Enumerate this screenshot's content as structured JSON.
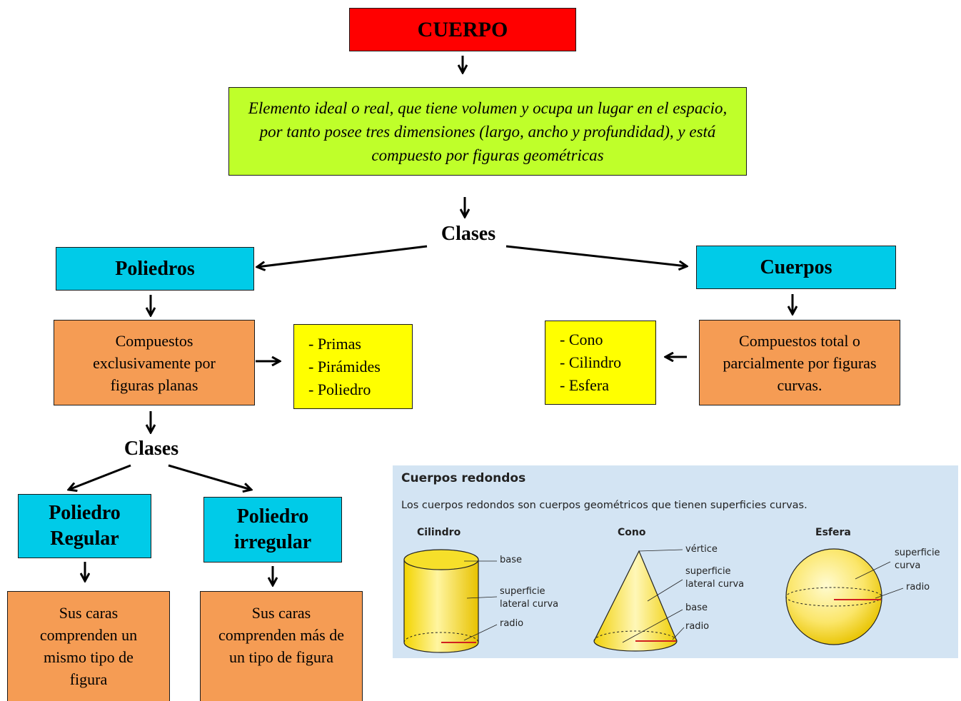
{
  "title": "CUERPO",
  "definition": "Elemento ideal o real, que tiene volumen y ocupa un lugar en el espacio, por tanto posee tres dimensiones (largo, ancho y profundidad), y está compuesto por figuras geométricas",
  "classes_label_top": "Clases",
  "classes_label_bottom": "Clases",
  "left": {
    "title": "Poliedros",
    "description": "Compuestos exclusivamente por figuras planas",
    "examples": [
      "- Primas",
      "- Pirámides",
      "- Poliedro"
    ]
  },
  "right": {
    "title": "Cuerpos",
    "description": "Compuestos total o parcialmente por figuras curvas.",
    "examples": [
      "- Cono",
      "- Cilindro",
      "- Esfera"
    ]
  },
  "regular": {
    "title_line1": "Poliedro",
    "title_line2": "Regular",
    "description": "Sus caras comprenden un mismo tipo de figura"
  },
  "irregular": {
    "title_line1": "Poliedro",
    "title_line2": "irregular",
    "description": "Sus caras comprenden más de un tipo de figura"
  },
  "illustration": {
    "heading": "Cuerpos redondos",
    "text": "Los cuerpos redondos son cuerpos geométricos que tienen superficies curvas.",
    "cylinder": {
      "name": "Cilindro",
      "base": "base",
      "surface_line1": "superficie",
      "surface_line2": "lateral curva",
      "radius": "radio"
    },
    "cone": {
      "name": "Cono",
      "vertex": "vértice",
      "surface_line1": "superficie",
      "surface_line2": "lateral curva",
      "base": "base",
      "radius": "radio"
    },
    "sphere": {
      "name": "Esfera",
      "surface_line1": "superficie",
      "surface_line2": "curva",
      "radius": "radio"
    }
  },
  "colors": {
    "title_bg": "#ff0000",
    "definition_bg": "#bfff2a",
    "category_bg": "#00cbe8",
    "description_bg": "#f59c54",
    "list_bg": "#ffff00",
    "panel_bg": "#d3e4f3"
  }
}
